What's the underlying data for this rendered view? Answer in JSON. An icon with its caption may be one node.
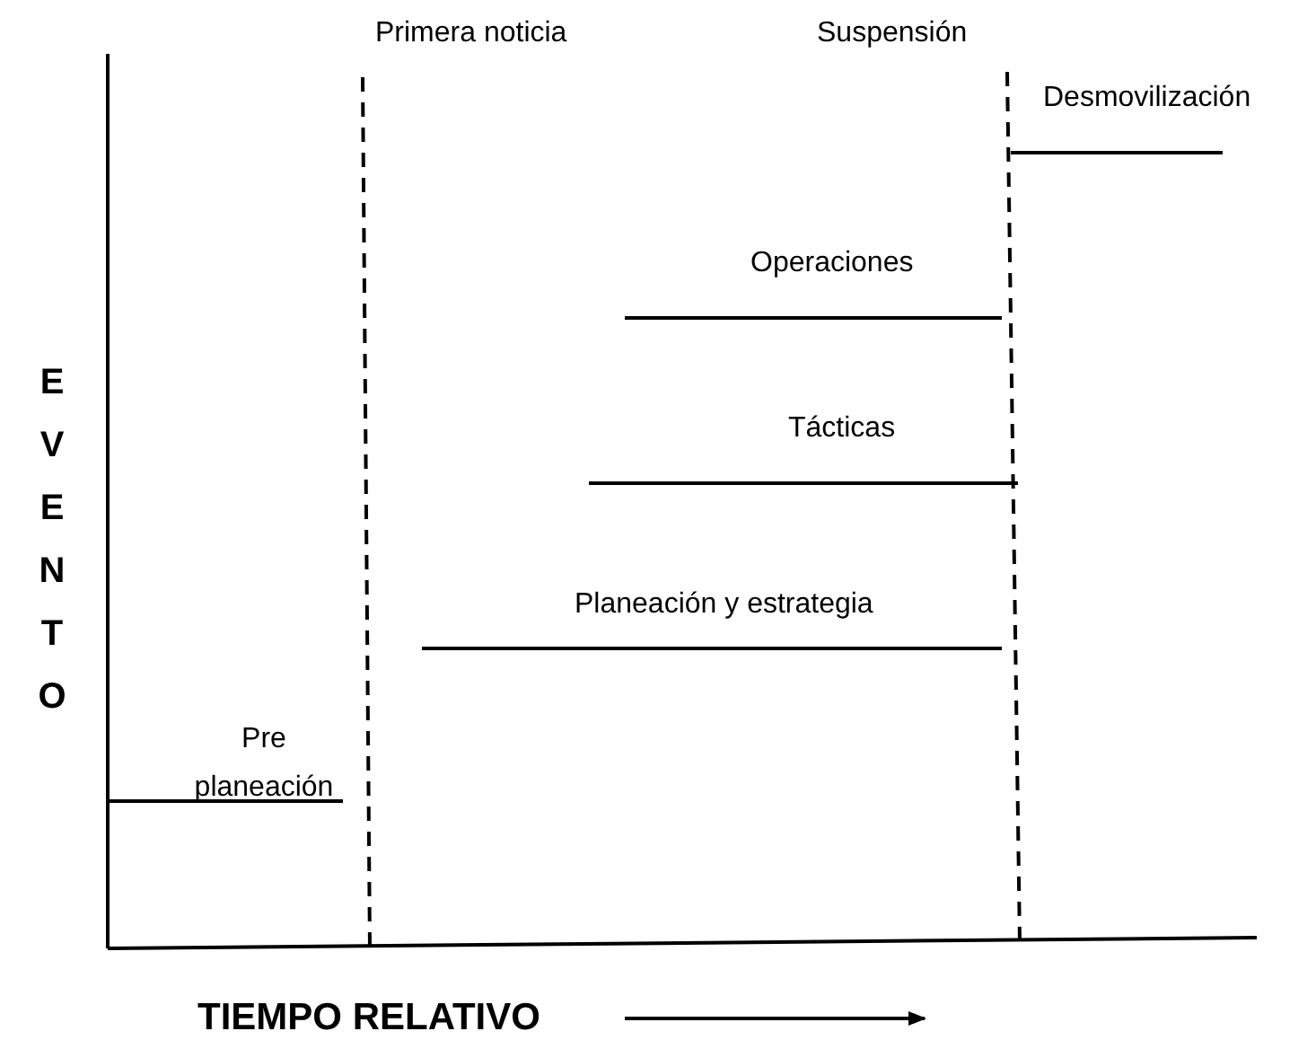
{
  "diagram": {
    "labels": [
      "Primera noticia",
      "Suspensión",
      "Desmovilización",
      "Operaciones",
      "Tácticas",
      "Planeación y estrategia",
      "Pre planeación",
      "EVENTO",
      "TIEMPO RELATIVO"
    ]
  }
}
